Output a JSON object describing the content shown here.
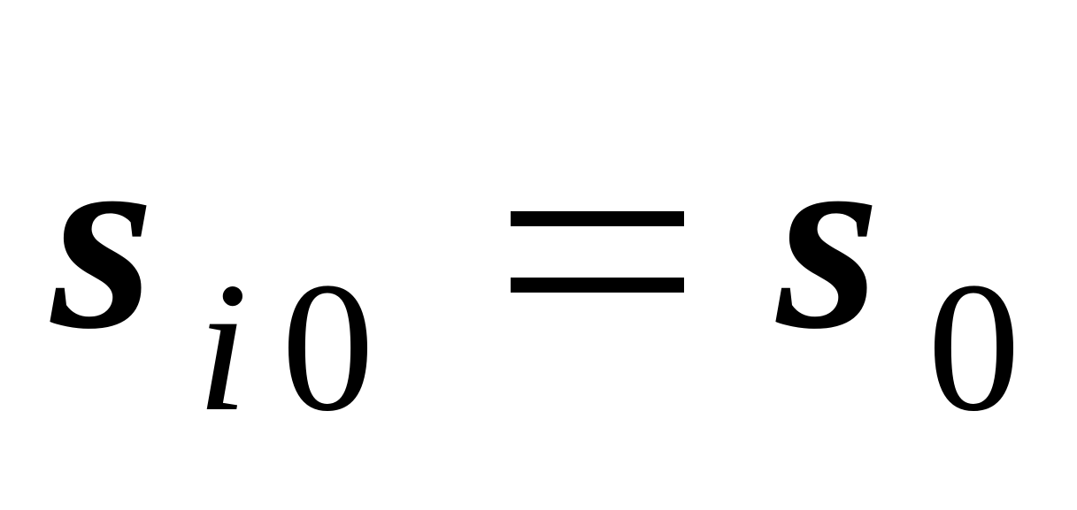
{
  "equation": {
    "lhs": {
      "variable": "s",
      "subscript_index": "i",
      "subscript_digit": "0"
    },
    "operator": "=",
    "rhs": {
      "variable": "s",
      "subscript_digit": "0"
    }
  }
}
